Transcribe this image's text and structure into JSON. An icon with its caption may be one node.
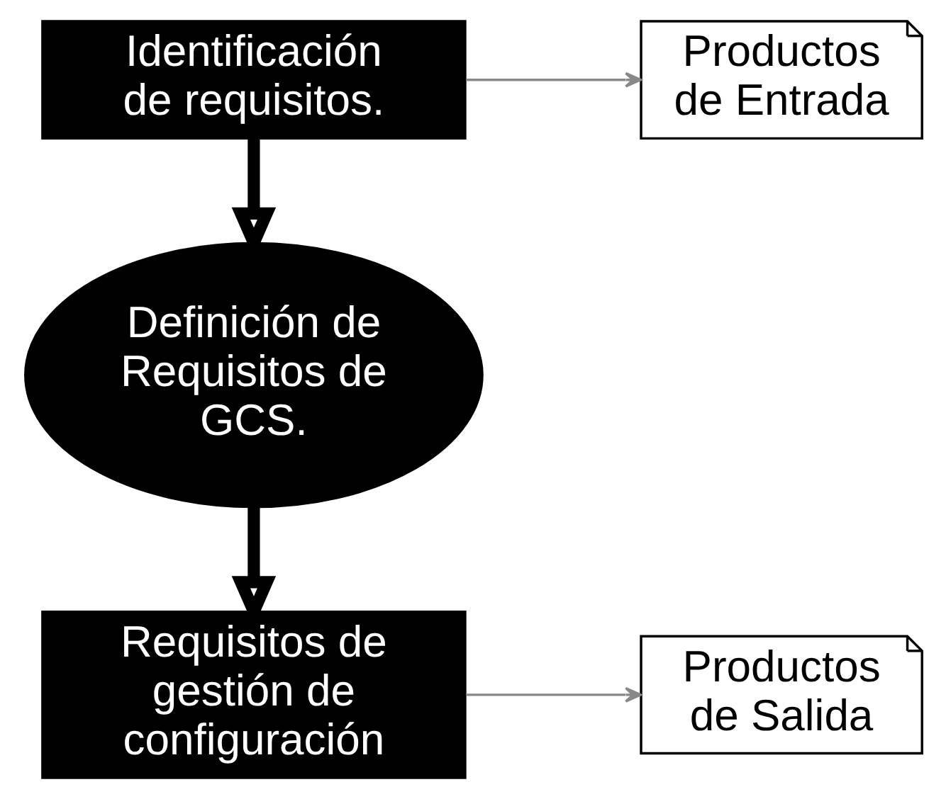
{
  "diagram": {
    "nodes": [
      {
        "text": [
          "Identificación de requisitos."
        ]
      },
      {
        "text": [
          "Productos de Entrada"
        ]
      },
      {
        "text": [
          "Definición de Requisitos de GCS."
        ]
      },
      {
        "text": [
          "Requisitos de gestión de configuración"
        ]
      },
      {
        "text": [
          "Productos de Salida"
        ]
      }
    ],
    "edges": [
      {
        "from": 0,
        "to": 1,
        "arrow": "to"
      },
      {
        "from": 0,
        "to": 2,
        "arrow": "to",
        "style": "thick",
        "color": "#000000"
      },
      {
        "from": 2,
        "to": 3,
        "arrow": "to",
        "style": "thick",
        "color": "#000000"
      },
      {
        "from": 3,
        "to": 4,
        "arrow": "to"
      }
    ]
  }
}
